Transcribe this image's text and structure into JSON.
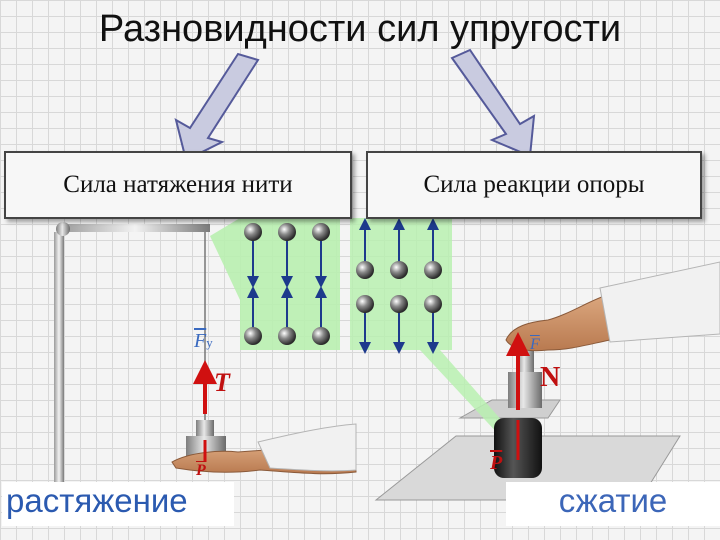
{
  "title": "Разновидности сил упругости",
  "labels": {
    "tension": "Сила натяжения нити",
    "support": "Сила реакции опоры"
  },
  "force_labels": {
    "f_elastic": "F",
    "f_elastic_sub": "у",
    "tension": "T",
    "weight_left": "P",
    "normal": "N",
    "weight_right": "P",
    "f_top": "F"
  },
  "captions": {
    "left": "растяжение",
    "right": "сжатие"
  },
  "colors": {
    "force_arrow": "#d01010",
    "panel_green": "#b9f0b0",
    "molecule_arrow": "#1d3a8c",
    "caption_text": "#2b5ab0"
  }
}
